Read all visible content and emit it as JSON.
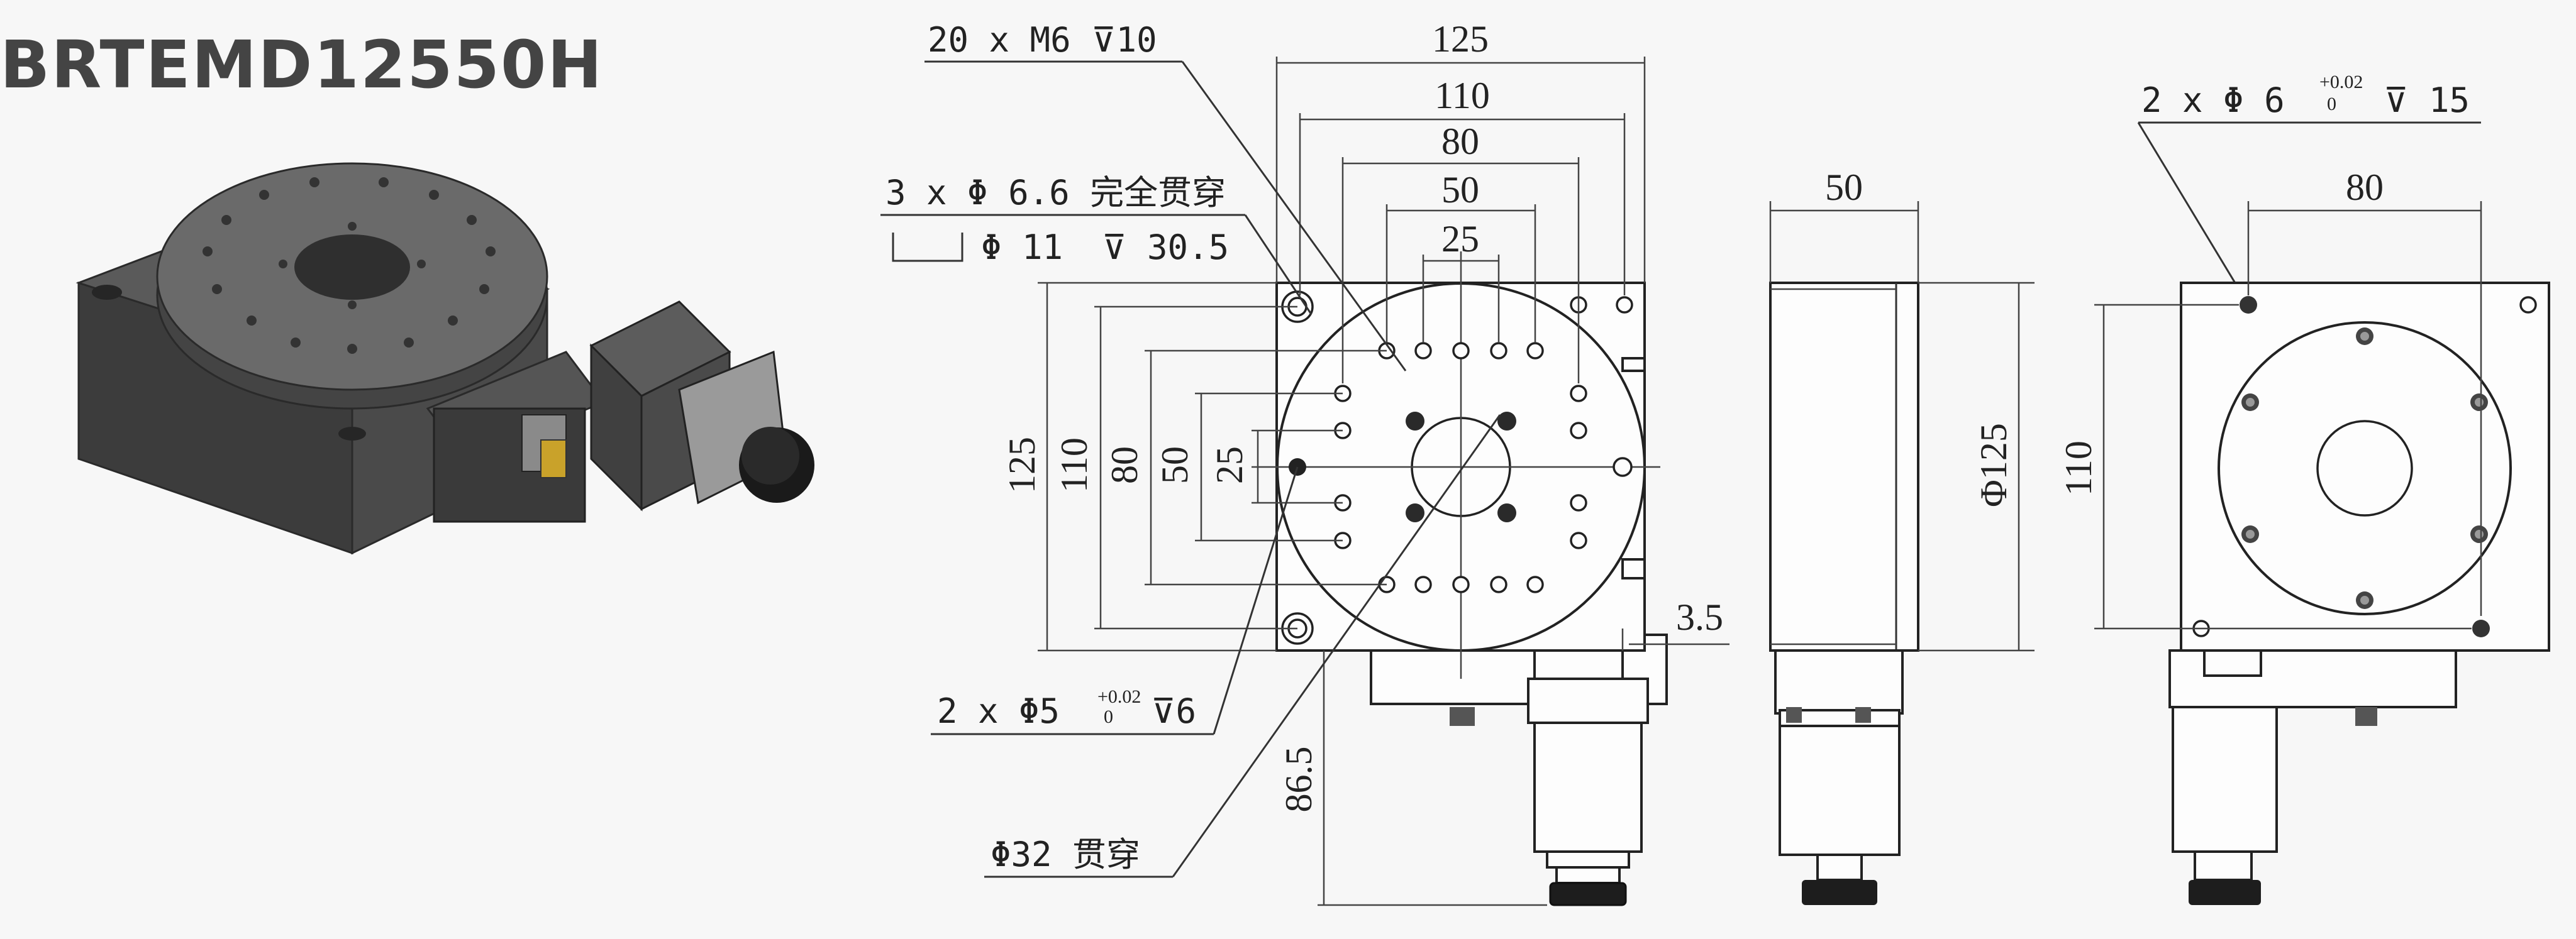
{
  "product": {
    "model": "BRTEMD12550H"
  },
  "dimensions": {
    "d125_top": "125",
    "d110_top": "110",
    "d80_top": "80",
    "d50_top": "50",
    "d25_top": "25",
    "d125_left": "125",
    "d110_left": "110",
    "d80_left": "80",
    "d50_left": "50",
    "d25_left": "25",
    "d3_5": "3.5",
    "d86_5": "86.5",
    "d50_side": "50",
    "d125_dia_side": "Φ125",
    "d80_back": "80",
    "d110_back": "110"
  },
  "annotations": {
    "thread_holes": "20 x  M6 ⊽10",
    "through_holes_line1": "3 x  Φ 6.6 完全贯穿",
    "through_holes_line2_dia": "Φ 11",
    "through_holes_line2_depth": "⊽ 30.5",
    "pin_holes_front_main": "2 x  Φ5",
    "pin_holes_front_tol_upper": "+0.02",
    "pin_holes_front_tol_lower": "0",
    "pin_holes_front_depth": "⊽6",
    "center_bore": "Φ32 贯穿",
    "pin_holes_back_main": "2 x  Φ 6",
    "pin_holes_back_tol_upper": "+0.02",
    "pin_holes_back_tol_lower": "0",
    "pin_holes_back_depth": "⊽ 15"
  },
  "icons": {
    "counterbore": "counterbore-icon",
    "depth": "depth-icon"
  }
}
